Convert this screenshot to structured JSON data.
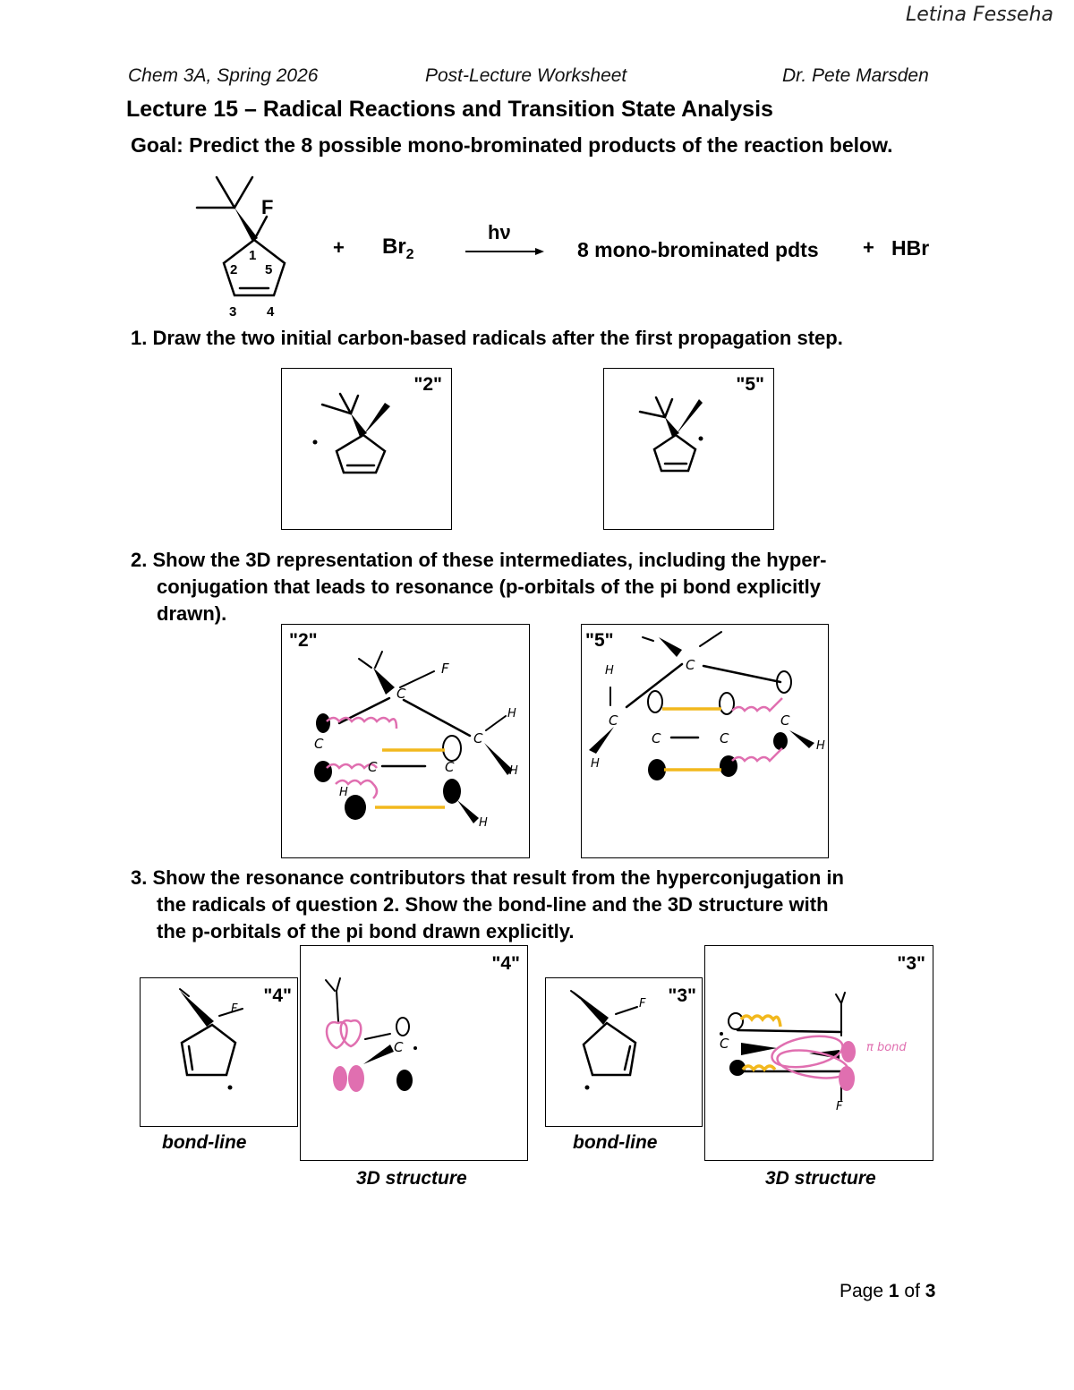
{
  "student_name": "Letina Fesseha",
  "header": {
    "course": "Chem 3A, Spring 2026",
    "doc_type": "Post-Lecture Worksheet",
    "instructor": "Dr. Pete Marsden"
  },
  "title": "Lecture 15 – Radical Reactions and Transition State Analysis",
  "goal": "Goal: Predict the 8 possible mono-brominated products of the reaction below.",
  "reaction": {
    "atom_f": "F",
    "ring_numbers": [
      "1",
      "2",
      "5",
      "3",
      "4"
    ],
    "plus1": "+",
    "reagent": "Br",
    "reagent_sub": "2",
    "condition": "hν",
    "products": "8 mono-brominated pdts",
    "plus2": "+",
    "byproduct": "HBr"
  },
  "questions": {
    "q1": "1. Draw the two initial carbon-based radicals after the first propagation step.",
    "q2_line1": "2. Show the 3D representation of these intermediates, including the hyper-",
    "q2_line2": "conjugation that leads to resonance (p-orbitals of the pi bond explicitly",
    "q2_line3": "drawn).",
    "q3_line1": "3. Show the resonance contributors that result from the hyperconjugation in",
    "q3_line2": "the radicals of question 2. Show the bond-line and the 3D structure with",
    "q3_line3": "the p-orbitals of the pi bond drawn explicitly."
  },
  "boxes": {
    "q1_left": "\"2\"",
    "q1_right": "\"5\"",
    "q2_left": "\"2\"",
    "q2_right": "\"5\"",
    "q3_bl1": "\"4\"",
    "q3_3d1": "\"4\"",
    "q3_bl2": "\"3\"",
    "q3_3d2": "\"3\""
  },
  "handwriting": {
    "c": "C",
    "f": "F",
    "h": "H",
    "pi_bond": "π bond"
  },
  "captions": {
    "bond_line": "bond-line",
    "structure_3d": "3D structure"
  },
  "footer": {
    "page_word": "Page",
    "page_num": "1",
    "of_word": "of",
    "page_total": "3"
  },
  "colors": {
    "pink": "#e06fb0",
    "yellow": "#f2b81d"
  }
}
